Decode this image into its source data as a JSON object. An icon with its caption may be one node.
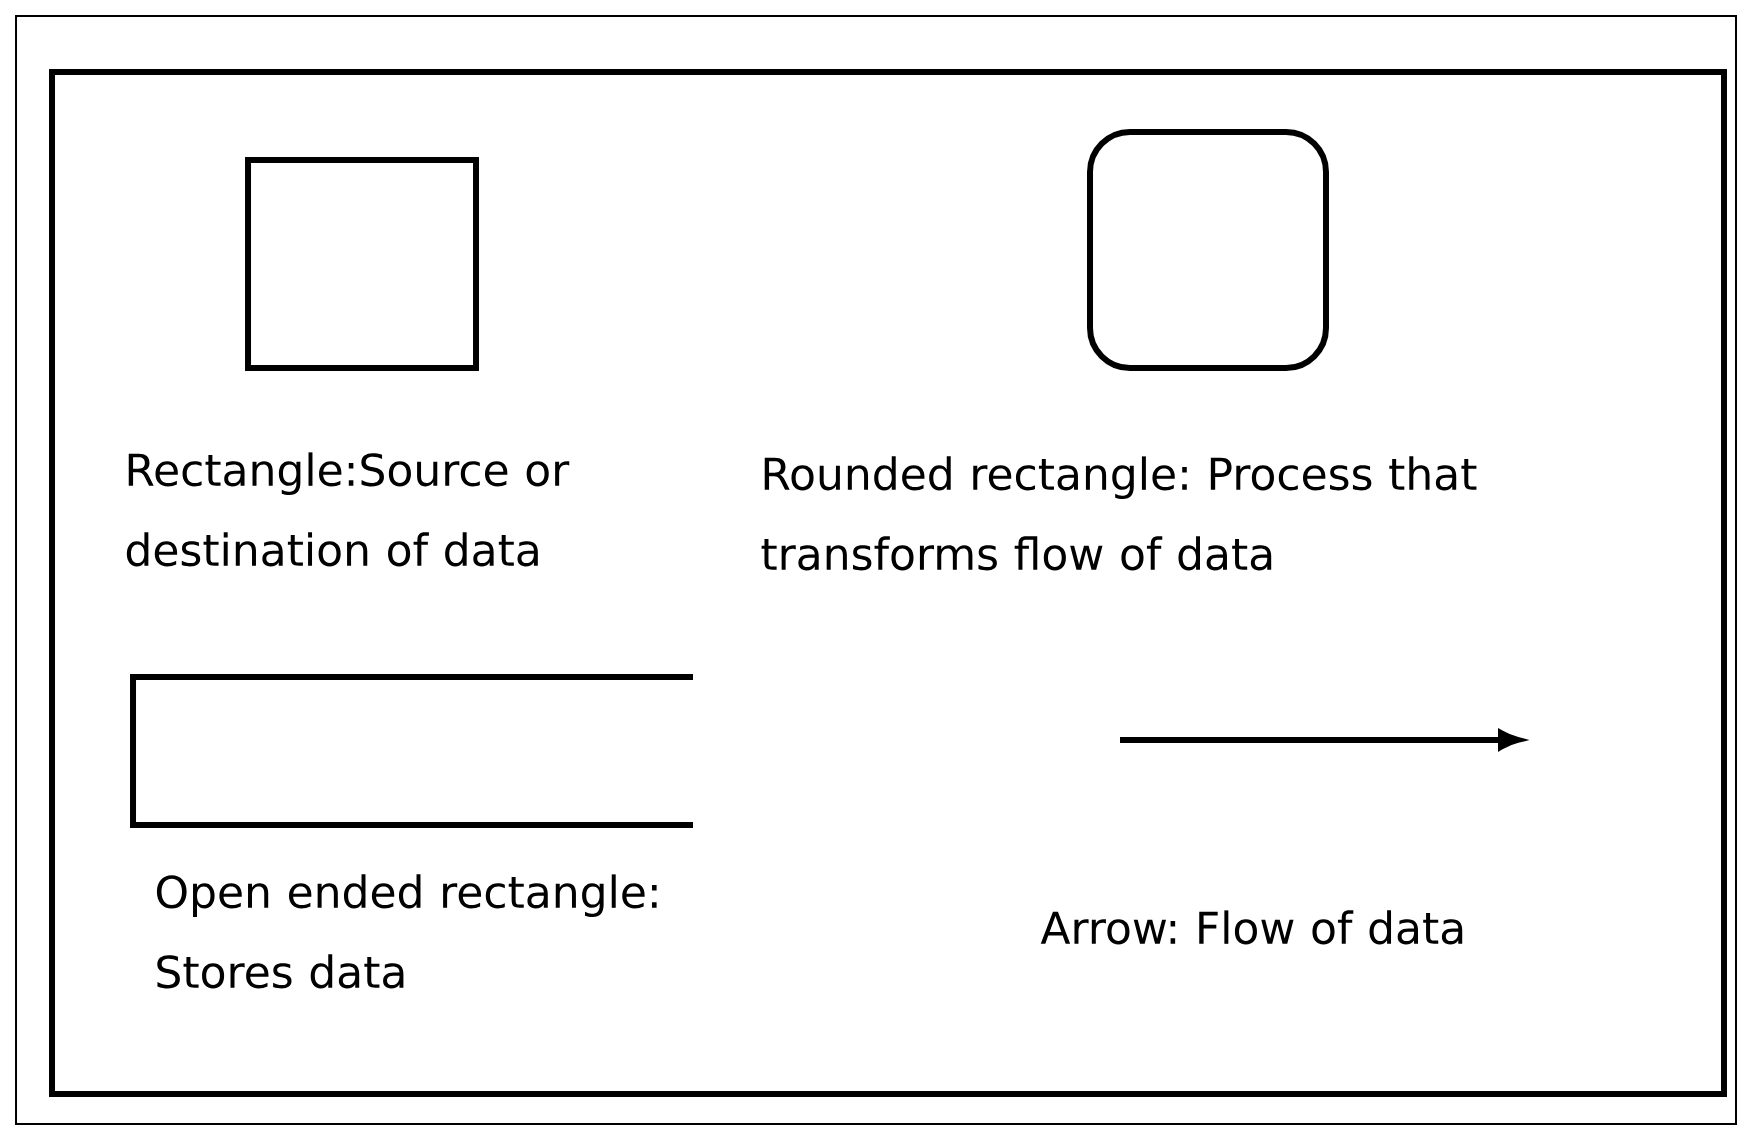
{
  "diagram": {
    "nodes": [
      {
        "text": [],
        "shape": "box"
      },
      {
        "text": [],
        "shape": "roundbox"
      },
      {
        "text": [],
        "shape": "openbox"
      }
    ],
    "legend": [
      {
        "text": "Rectangle:Source or destination of data"
      },
      {
        "text": "Rounded rectangle: Process that transforms flow of data"
      },
      {
        "text": "Open ended rectangle: Stores data"
      },
      {
        "text": "Arrow: Flow of data"
      }
    ]
  }
}
